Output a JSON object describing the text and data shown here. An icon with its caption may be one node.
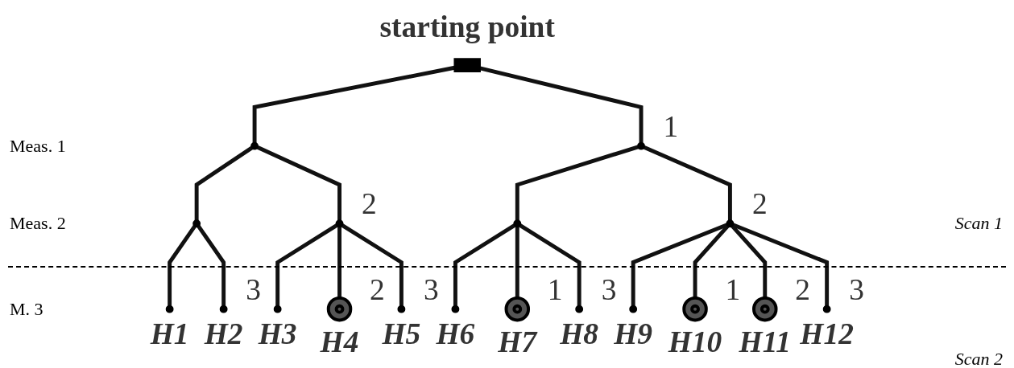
{
  "diagram": {
    "nodes": [
      {
        "text": [],
        "shape": "box",
        "beside": [
          "starting point"
        ]
      },
      {
        "text": [],
        "shape": "circle"
      },
      {
        "text": [],
        "shape": "circle",
        "beside": [
          "1"
        ]
      },
      {
        "text": [],
        "shape": "circle"
      },
      {
        "text": [],
        "shape": "circle",
        "beside": [
          "2"
        ]
      },
      {
        "text": [],
        "shape": "circle"
      },
      {
        "text": [],
        "shape": "circle",
        "beside": [
          "2"
        ]
      },
      {
        "text": [],
        "shape": "circle",
        "beside": [
          "H1"
        ]
      },
      {
        "text": [],
        "shape": "circle",
        "beside": [
          "3",
          "H2"
        ]
      },
      {
        "text": [],
        "shape": "circle",
        "beside": [
          "H3"
        ]
      },
      {
        "text": [],
        "shape": "doublecircle",
        "beside": [
          "2",
          "H4"
        ]
      },
      {
        "text": [],
        "shape": "circle",
        "beside": [
          "3",
          "H5"
        ]
      },
      {
        "text": [],
        "shape": "circle",
        "beside": [
          "H6"
        ]
      },
      {
        "text": [],
        "shape": "doublecircle",
        "beside": [
          "1",
          "H7"
        ]
      },
      {
        "text": [],
        "shape": "circle",
        "beside": [
          "3",
          "H8"
        ]
      },
      {
        "text": [],
        "shape": "circle",
        "beside": [
          "H9"
        ]
      },
      {
        "text": [],
        "shape": "doublecircle",
        "beside": [
          "1",
          "H10"
        ]
      },
      {
        "text": [],
        "shape": "doublecircle",
        "beside": [
          "2",
          "H11"
        ]
      },
      {
        "text": [],
        "shape": "circle",
        "beside": [
          "3",
          "H12"
        ]
      }
    ],
    "edges": [
      {
        "from": 0,
        "to": 1,
        "arrow": "none"
      },
      {
        "from": 0,
        "to": 2,
        "arrow": "none"
      },
      {
        "from": 1,
        "to": 3,
        "arrow": "none"
      },
      {
        "from": 1,
        "to": 4,
        "arrow": "none"
      },
      {
        "from": 2,
        "to": 5,
        "arrow": "none"
      },
      {
        "from": 2,
        "to": 6,
        "arrow": "none"
      },
      {
        "from": 3,
        "to": 7,
        "arrow": "none"
      },
      {
        "from": 3,
        "to": 8,
        "arrow": "none"
      },
      {
        "from": 4,
        "to": 9,
        "arrow": "none"
      },
      {
        "from": 4,
        "to": 10,
        "arrow": "none"
      },
      {
        "from": 4,
        "to": 11,
        "arrow": "none"
      },
      {
        "from": 5,
        "to": 12,
        "arrow": "none"
      },
      {
        "from": 5,
        "to": 13,
        "arrow": "none"
      },
      {
        "from": 5,
        "to": 14,
        "arrow": "none"
      },
      {
        "from": 6,
        "to": 15,
        "arrow": "none"
      },
      {
        "from": 6,
        "to": 16,
        "arrow": "none"
      },
      {
        "from": 6,
        "to": 17,
        "arrow": "none"
      },
      {
        "from": 6,
        "to": 18,
        "arrow": "none"
      }
    ],
    "labels": [
      "Meas. 1",
      "Meas. 2",
      "Scan 1",
      "M. 3",
      "Scan 2"
    ]
  }
}
